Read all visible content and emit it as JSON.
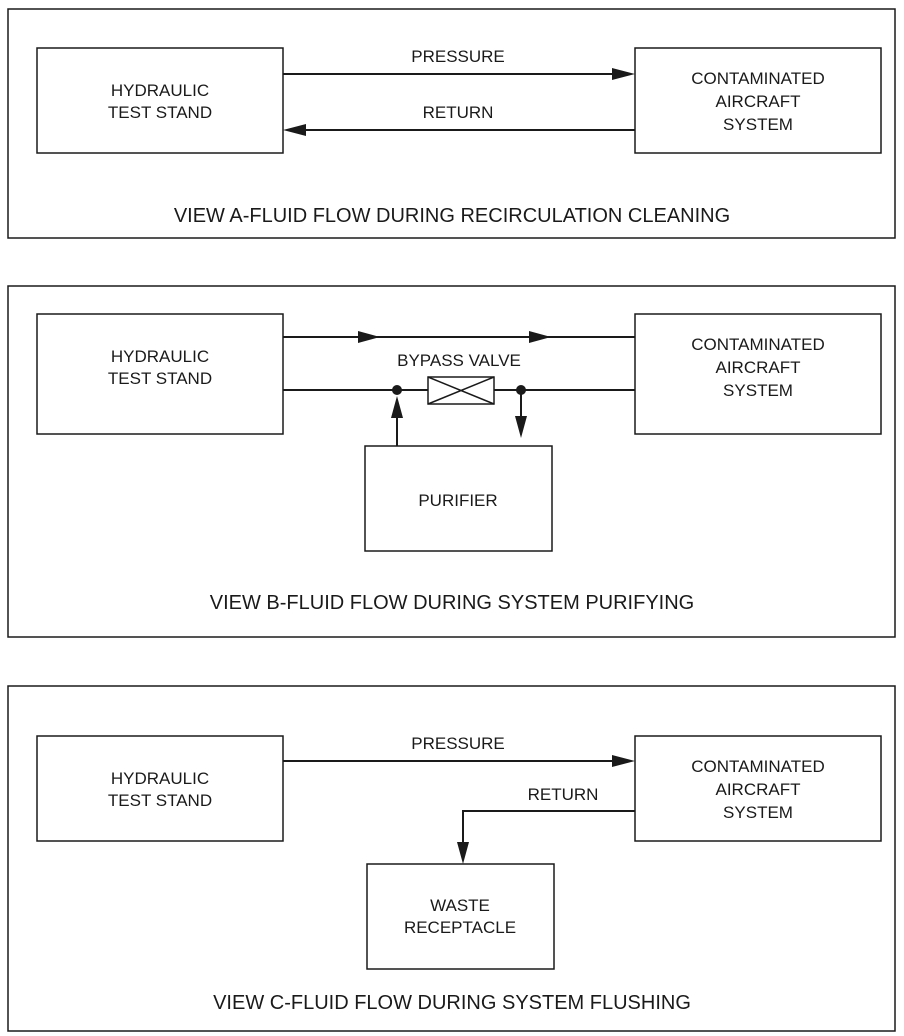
{
  "view_a": {
    "stand": [
      "HYDRAULIC",
      "TEST STAND"
    ],
    "aircraft": [
      "CONTAMINATED",
      "AIRCRAFT",
      "SYSTEM"
    ],
    "pressure": "PRESSURE",
    "return": "RETURN",
    "caption": "VIEW A-FLUID FLOW DURING RECIRCULATION CLEANING"
  },
  "view_b": {
    "stand": [
      "HYDRAULIC",
      "TEST STAND"
    ],
    "aircraft": [
      "CONTAMINATED",
      "AIRCRAFT",
      "SYSTEM"
    ],
    "bypass": "BYPASS VALVE",
    "purifier": "PURIFIER",
    "caption": "VIEW B-FLUID FLOW DURING SYSTEM PURIFYING"
  },
  "view_c": {
    "stand": [
      "HYDRAULIC",
      "TEST STAND"
    ],
    "aircraft": [
      "CONTAMINATED",
      "AIRCRAFT",
      "SYSTEM"
    ],
    "pressure": "PRESSURE",
    "return": "RETURN",
    "waste": [
      "WASTE",
      "RECEPTACLE"
    ],
    "caption": "VIEW C-FLUID FLOW DURING SYSTEM FLUSHING"
  }
}
